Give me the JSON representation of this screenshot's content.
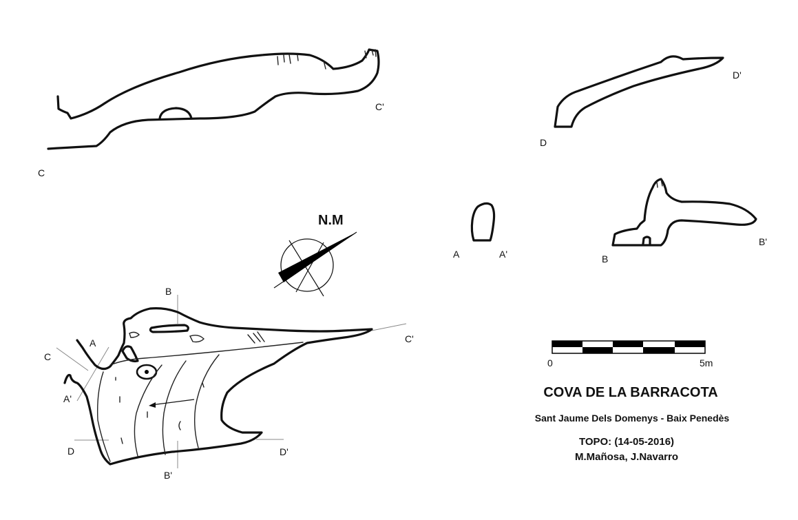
{
  "survey": {
    "title": "COVA DE LA BARRACOTA",
    "location": "Sant Jaume Dels Domenys - Baix Penedès",
    "topo": "TOPO: (14-05-2016)",
    "authors": "M.Mañosa, J.Navarro"
  },
  "north": {
    "label": "N.M"
  },
  "scale": {
    "start": "0",
    "end": "5m"
  },
  "sections": {
    "a": "A",
    "a_prime": "A'",
    "b": "B",
    "b_prime": "B'",
    "c": "C",
    "c_prime": "C'",
    "d": "D",
    "d_prime": "D'"
  }
}
